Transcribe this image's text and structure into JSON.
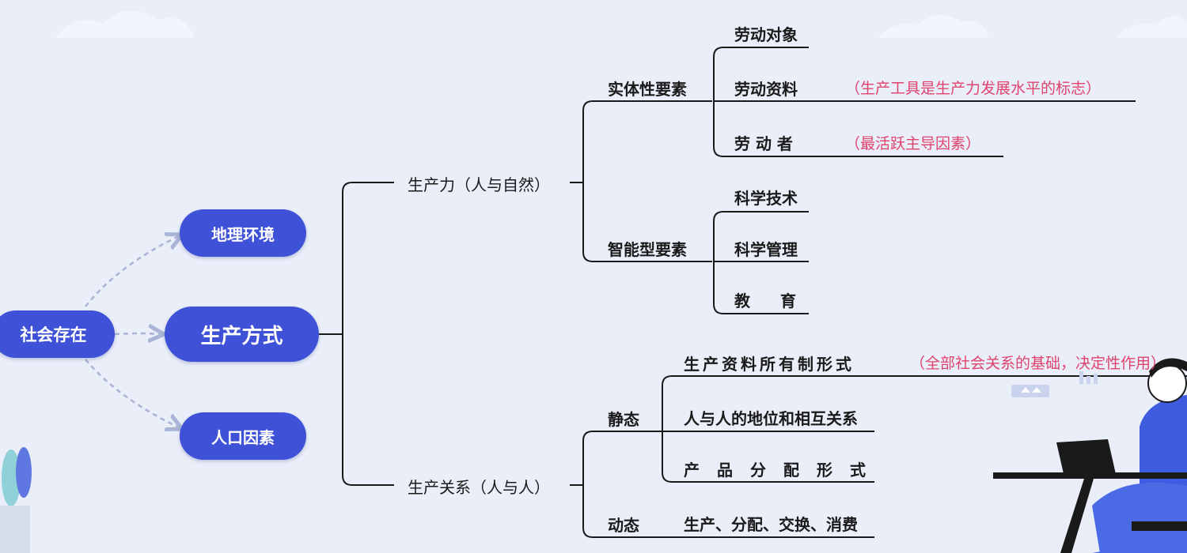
{
  "root": {
    "label": "社会存在",
    "branches": [
      "地理环境",
      "生产方式",
      "人口因素"
    ]
  },
  "production_mode": {
    "productive_forces": {
      "label": "生产力（人与自然）",
      "entity_elements": {
        "label": "实体性要素",
        "items": [
          "劳动对象",
          "劳动资料",
          "劳 动 者"
        ],
        "notes": {
          "labor_materials": "（生产工具是生产力发展水平的标志）",
          "laborer": "（最活跃主导因素）"
        }
      },
      "intelligent_elements": {
        "label": "智能型要素",
        "items": [
          "科学技术",
          "科学管理",
          "教育"
        ]
      }
    },
    "relations_of_production": {
      "label": "生产关系（人与人）",
      "static": {
        "label": "静态",
        "items": [
          "生产资料所有制形式",
          "人与人的地位和相互关系",
          "产品分配形式"
        ],
        "notes": {
          "ownership": "（全部社会关系的基础，决定性作用）"
        }
      },
      "dynamic": {
        "label": "动态",
        "items": [
          "生产、分配、交换、消费"
        ]
      }
    }
  },
  "colors": {
    "background": "#e9eef8",
    "pill": "#3f51d6",
    "note": "#e0436d",
    "line": "#1a1a1a",
    "dashed_arrow": "#a9b4d6"
  }
}
